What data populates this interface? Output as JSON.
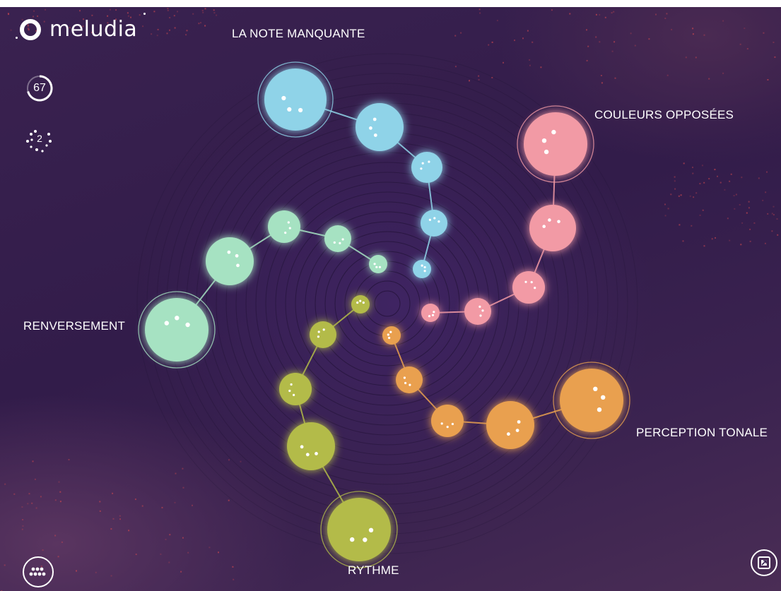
{
  "app": {
    "name": "meludia"
  },
  "stats": {
    "score": "67",
    "streak": "2"
  },
  "categories": [
    {
      "label": "LA NOTE MANQUANTE",
      "color": "#8fd3e8",
      "icon": "blue-spiral"
    },
    {
      "label": "COULEURS OPPOSÉES",
      "color": "#f29aa5",
      "icon": "pink-spiral"
    },
    {
      "label": "RENVERSEMENT",
      "color": "#a6e2c2",
      "icon": "green-spiral"
    },
    {
      "label": "PERCEPTION TONALE",
      "color": "#e9a04f",
      "icon": "orange-spiral"
    },
    {
      "label": "RYTHME",
      "color": "#b3bb48",
      "icon": "olive-spiral"
    }
  ],
  "icons": {
    "menu": "dots-grid-icon",
    "fullscreen": "fullscreen-icon",
    "score": "progress-ring-icon",
    "streak": "dots-cluster-icon"
  },
  "theme": {
    "background": "#341e4c",
    "text": "#ffffff"
  }
}
